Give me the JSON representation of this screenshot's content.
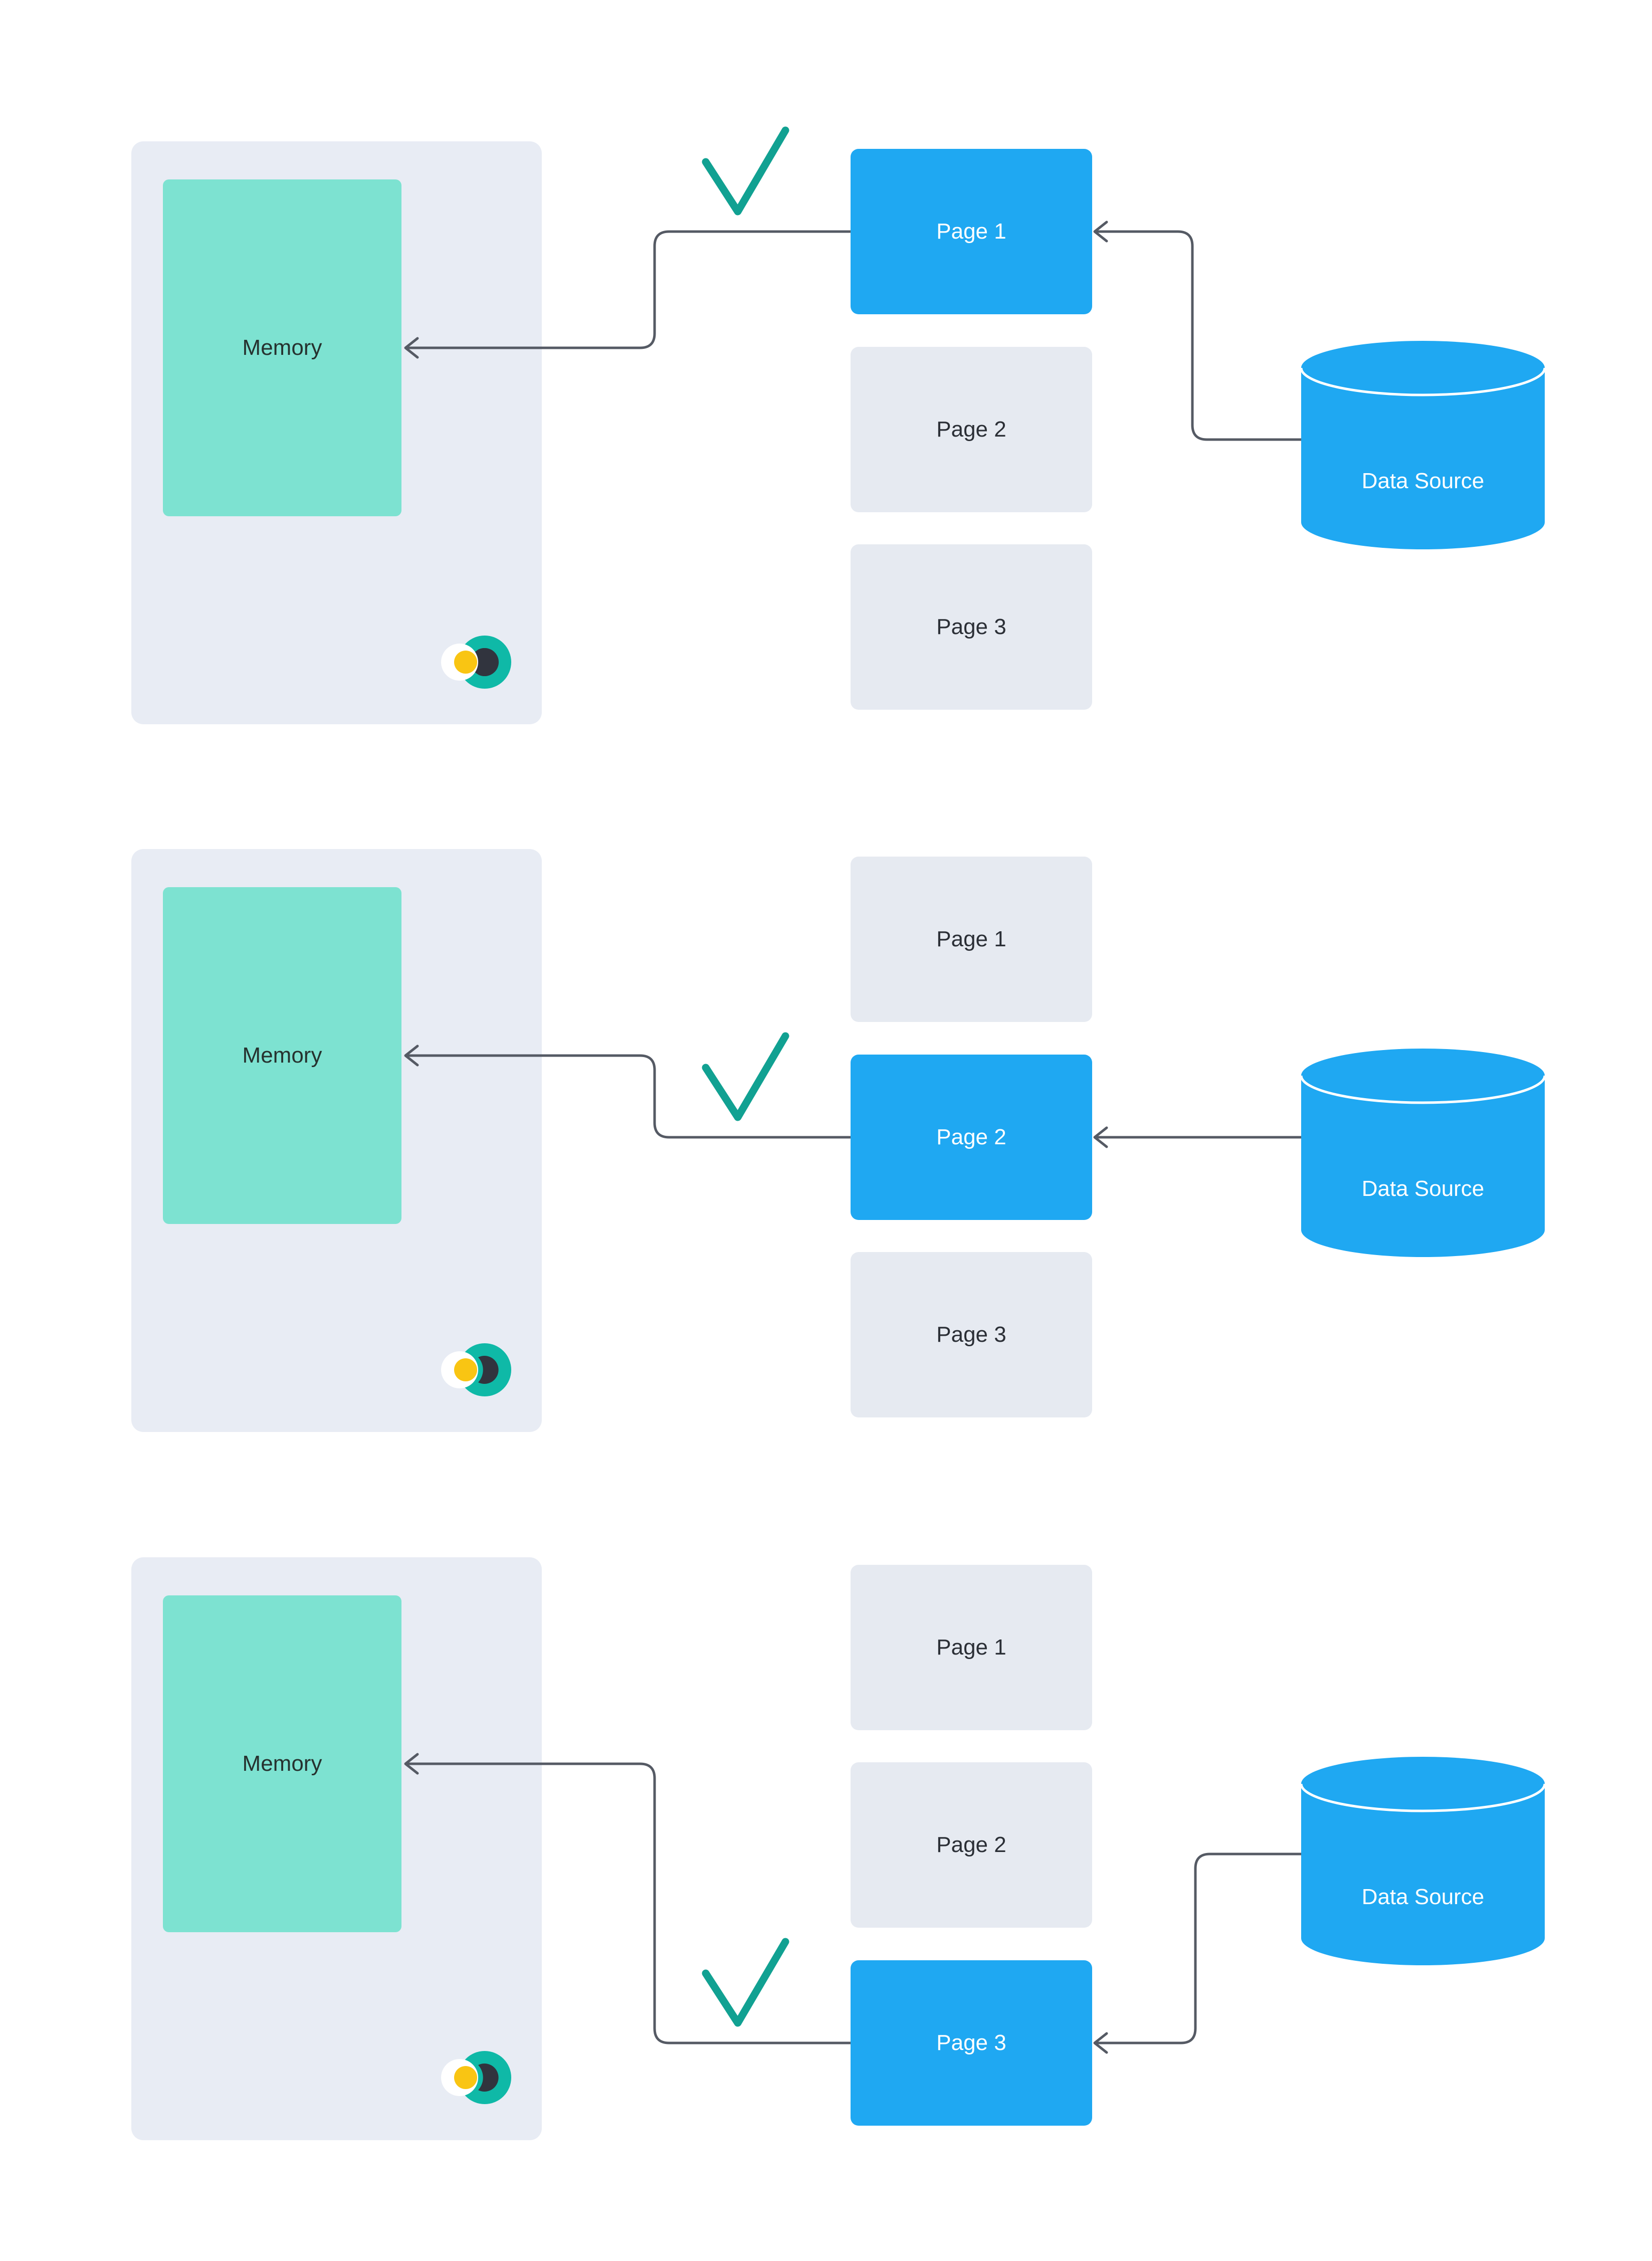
{
  "colors": {
    "background": "#FFFFFF",
    "accent_blue": "#1FA8F2",
    "memory_teal": "#7DE2D1",
    "panel_gray": "#E8ECF4",
    "page_gray": "#E6EAF1",
    "arrow_gray": "#555A64",
    "check_green": "#11A192",
    "logo_teal": "#0FB9A7",
    "logo_dark": "#31343E",
    "logo_yellow": "#F9C513",
    "text_dark": "#2B2F36",
    "memory_text": "#26322F",
    "text_light": "#FFFFFF"
  },
  "panels": [
    {
      "memory_label": "Memory",
      "data_source_label": "Data Source",
      "active_page": "Page 1",
      "pages": [
        {
          "label": "Page 1",
          "active": true
        },
        {
          "label": "Page 2",
          "active": false
        },
        {
          "label": "Page 3",
          "active": false
        }
      ],
      "icons": {
        "check": "check-icon",
        "logo": "crescent-moon-logo",
        "data_source": "database-cylinder-icon"
      }
    },
    {
      "memory_label": "Memory",
      "data_source_label": "Data Source",
      "active_page": "Page 2",
      "pages": [
        {
          "label": "Page 1",
          "active": false
        },
        {
          "label": "Page 2",
          "active": true
        },
        {
          "label": "Page 3",
          "active": false
        }
      ],
      "icons": {
        "check": "check-icon",
        "logo": "crescent-moon-logo",
        "data_source": "database-cylinder-icon"
      }
    },
    {
      "memory_label": "Memory",
      "data_source_label": "Data Source",
      "active_page": "Page 3",
      "pages": [
        {
          "label": "Page 1",
          "active": false
        },
        {
          "label": "Page 2",
          "active": false
        },
        {
          "label": "Page 3",
          "active": true
        }
      ],
      "icons": {
        "check": "check-icon",
        "logo": "crescent-moon-logo",
        "data_source": "database-cylinder-icon"
      }
    }
  ]
}
